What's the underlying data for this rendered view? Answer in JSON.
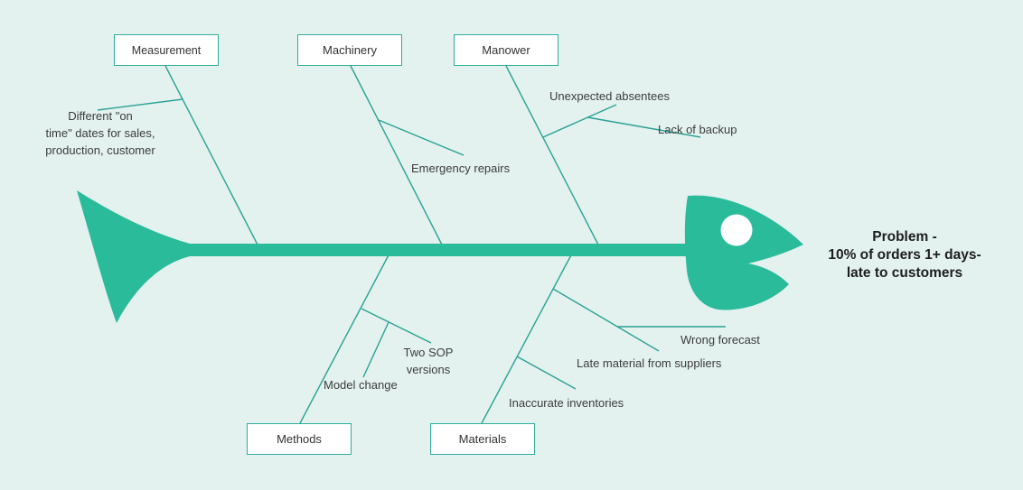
{
  "diagram": {
    "problem": "Problem -\n10% of orders 1+ days-\nlate to customers"
  },
  "categories": [
    {
      "label": "Measurement",
      "position": "top"
    },
    {
      "label": "Machinery",
      "position": "top"
    },
    {
      "label": "Manower",
      "position": "top"
    },
    {
      "label": "Methods",
      "position": "bottom"
    },
    {
      "label": "Materials",
      "position": "bottom"
    }
  ],
  "causes": [
    {
      "category": "Measurement",
      "text": "Different \"on\ntime\" dates for sales,\nproduction, customer"
    },
    {
      "category": "Machinery",
      "text": "Emergency repairs"
    },
    {
      "category": "Manower",
      "text": "Unexpected absentees"
    },
    {
      "category": "Manower",
      "text": "Lack of backup"
    },
    {
      "category": "Methods",
      "text": "Two SOP\nversions"
    },
    {
      "category": "Methods",
      "text": "Model change"
    },
    {
      "category": "Materials",
      "text": "Wrong forecast"
    },
    {
      "category": "Materials",
      "text": "Late material from suppliers"
    },
    {
      "category": "Materials",
      "text": "Inaccurate inventories"
    }
  ],
  "colors": {
    "background": "#e3f1ef",
    "fish_body": "#2abb9b",
    "bone_line": "#2ba293",
    "box_border": "#2fae9c",
    "box_background": "#ffffff",
    "cause_text": "#3d3d3d",
    "problem_text": "#1e1e1e"
  }
}
